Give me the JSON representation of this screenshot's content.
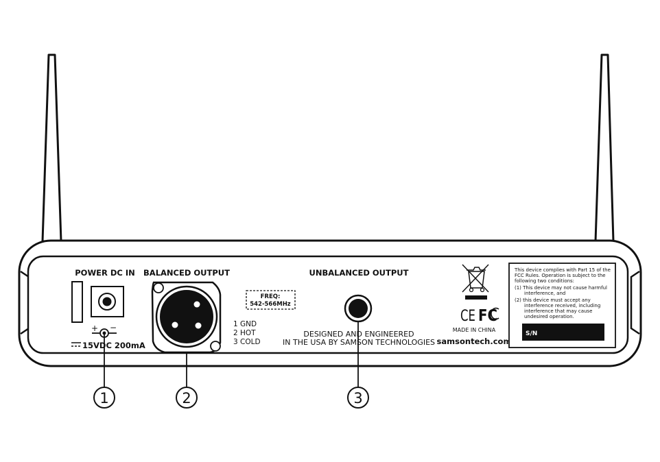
{
  "labels": {
    "power_dc_in": "POWER DC IN",
    "balanced_output": "BALANCED OUTPUT",
    "unbalanced_output": "UNBALANCED OUTPUT",
    "dc_plus": "+",
    "dc_minus": "−",
    "power_rating": "15VDC 200mA",
    "freq_label": "FREQ:",
    "freq_range": "542-566MHz",
    "pin_1": "1 GND",
    "pin_2": "2 HOT",
    "pin_3": "3 COLD",
    "designed_line1": "DESIGNED AND ENGINEERED",
    "designed_line2": "IN THE USA BY SAMSON TECHNOLOGIES",
    "made_in": "MADE IN CHINA",
    "website": "samsontech.com",
    "ce_mark": "CE",
    "fcc_mark": "FC",
    "serial_label": "S/N"
  },
  "fcc_notice": {
    "line1": "This device complies with Part 15 of the",
    "line2": "FCC Rules. Operation is subject to the",
    "line3": "following two conditions:",
    "line4": "(1) This device may not cause harmful",
    "line5": "interference, and",
    "line6": "(2) this device must accept any",
    "line7": "interference received, including",
    "line8": "interference that may cause",
    "line9": "undesired operation."
  },
  "callouts": [
    {
      "number": "1"
    },
    {
      "number": "2"
    },
    {
      "number": "3"
    }
  ]
}
